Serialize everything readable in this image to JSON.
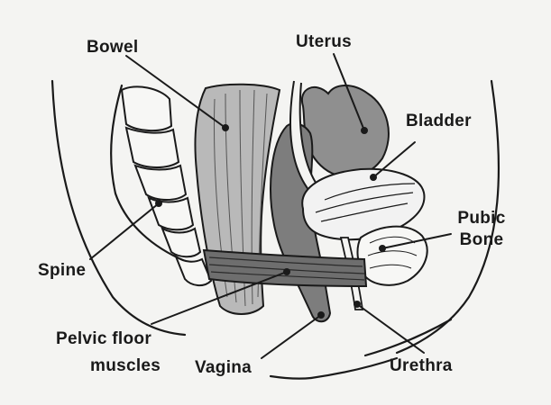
{
  "labels": {
    "bowel": "Bowel",
    "uterus": "Uterus",
    "bladder": "Bladder",
    "pubic_bone_line1": "Pubic",
    "pubic_bone_line2": "Bone",
    "spine": "Spine",
    "pelvic_floor_line1": "Pelvic floor",
    "pelvic_floor_line2": "muscles",
    "vagina": "Vagina",
    "urethra": "Urethra"
  },
  "colors": {
    "background": "#f4f4f2",
    "ink": "#1a1a1a",
    "bowel": "#b9b9b9",
    "uterus": "#8f8f8f",
    "bladder": "#f2f2f2",
    "muscles": "#6e6e6e",
    "vagina": "#7d7d7d"
  }
}
